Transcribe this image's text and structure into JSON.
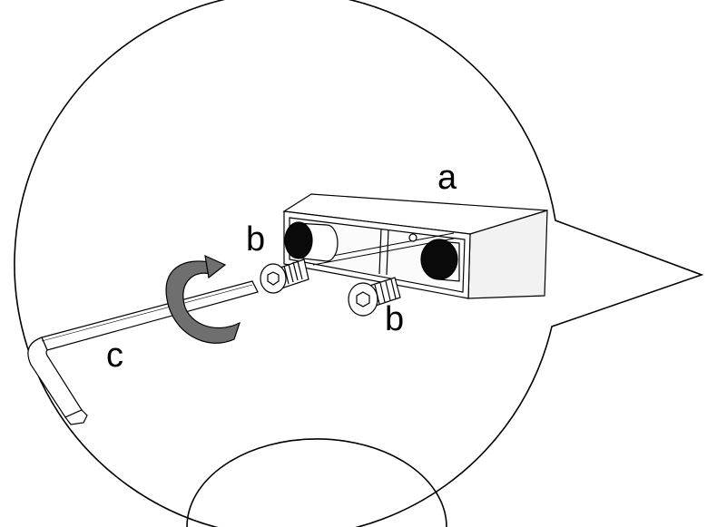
{
  "labels": {
    "housing": "a",
    "screw_left": "b",
    "screw_right": "b",
    "hex_key": "c"
  },
  "colors": {
    "line": "#000000",
    "background": "#ffffff",
    "arrow_gray": "#6f6f6f",
    "cap_black": "#0a0a0a"
  },
  "icons": {
    "rotation": "curved-rotation-arrow-icon",
    "bubble": "speech-bubble-callout"
  }
}
